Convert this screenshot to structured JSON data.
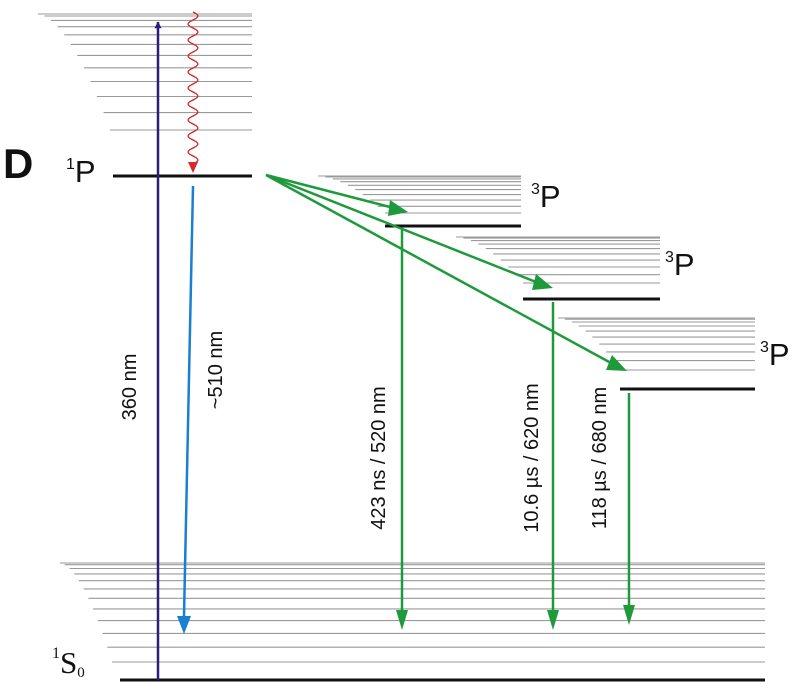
{
  "panel_label": "D",
  "states": {
    "singlet_excited": {
      "letter": "P",
      "multiplicity": "1"
    },
    "triplet_1": {
      "letter": "P",
      "multiplicity": "3"
    },
    "triplet_2": {
      "letter": "P",
      "multiplicity": "3"
    },
    "triplet_3": {
      "letter": "P",
      "multiplicity": "3"
    },
    "ground": {
      "letter": "S",
      "multiplicity": "1",
      "sub": "0"
    }
  },
  "transitions": {
    "absorption": "360 nm",
    "fluorescence": "~510 nm",
    "phosphorescence_1": "423 ns / 520 nm",
    "phosphorescence_2": "10.6 µs / 620 nm",
    "phosphorescence_3": "118 µs / 680 nm"
  },
  "colors": {
    "absorption": "#2a1f7a",
    "fluorescence": "#1a7fd0",
    "relaxation": "#d8282a",
    "isc_and_phosphorescence": "#1e9a3c",
    "levels": "#111111",
    "vibrational_levels": "#9a9a9a"
  }
}
